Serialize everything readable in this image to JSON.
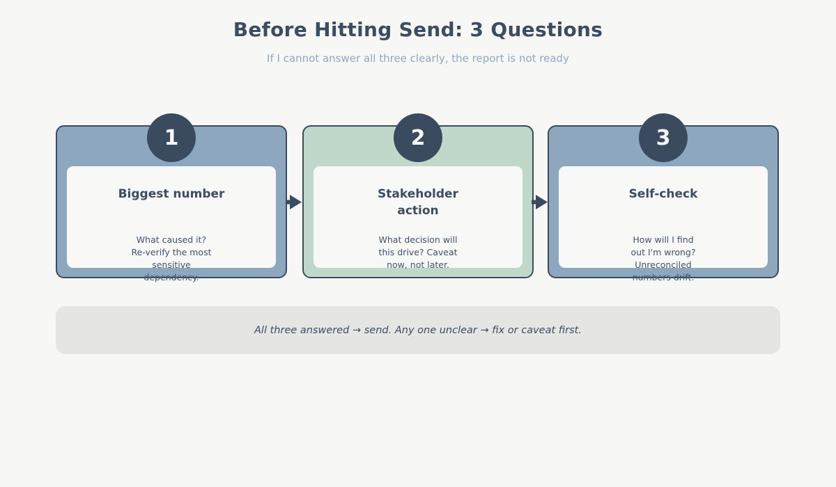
{
  "header": {
    "title": "Before Hitting Send: 3 Questions",
    "subtitle": "If I cannot answer all three clearly, the report is not ready"
  },
  "steps": [
    {
      "number": "1",
      "title": "Biggest number",
      "description": "What caused it?\nRe-verify the most\nsensitive\ndependency.",
      "color": "#8da7be"
    },
    {
      "number": "2",
      "title": "Stakeholder\naction",
      "description": "What decision will\nthis drive? Caveat\nnow, not later.",
      "color": "#c0d8ca"
    },
    {
      "number": "3",
      "title": "Self-check",
      "description": "How will I find\nout I'm wrong?\nUnreconciled\nnumbers drift.",
      "color": "#8da7be"
    }
  ],
  "note": {
    "text": "All three answered → send. Any one unclear → fix or caveat first."
  },
  "colors": {
    "accent": "#3b4b5f",
    "card_blue": "#8da7be",
    "card_green": "#c0d8ca",
    "page_bg": "#f7f7f5",
    "panel_bg": "#f8f8f6",
    "note_bg": "#e5e5e4",
    "title_text": "#3b4d61",
    "subtitle_text": "#8fa9c0"
  }
}
